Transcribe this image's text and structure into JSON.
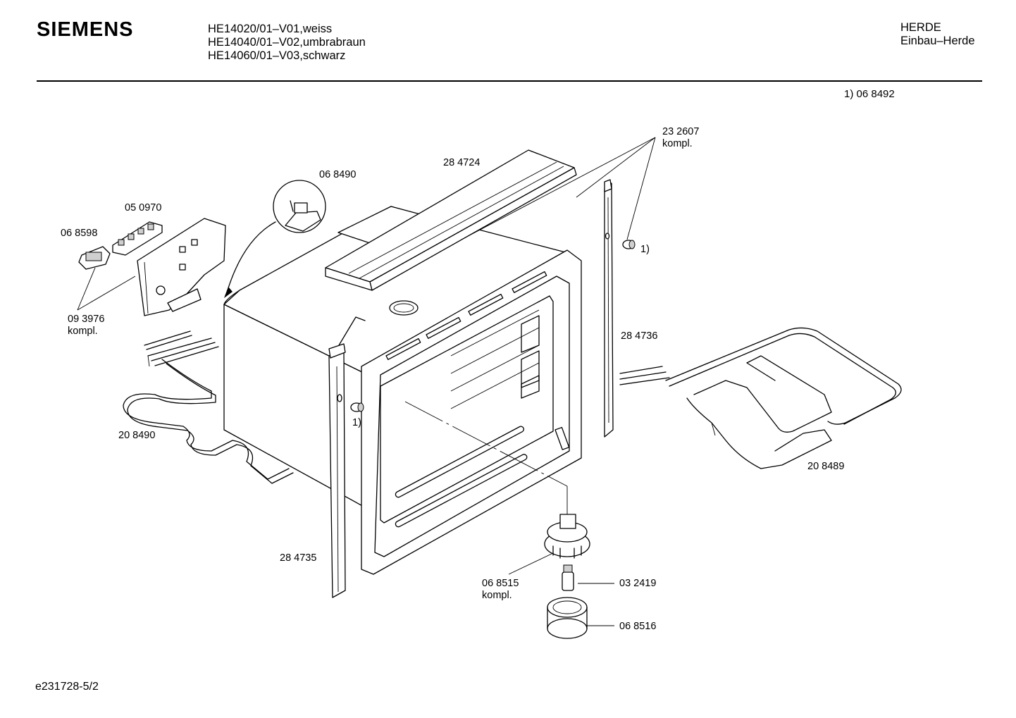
{
  "header": {
    "brand": "SIEMENS",
    "models": [
      "HE14020/01–V01,weiss",
      "HE14040/01–V02,umbrabraun",
      "HE14060/01–V03,schwarz"
    ],
    "category": [
      "HERDE",
      "Einbau–Herde"
    ]
  },
  "note": "1)  06 8492",
  "footer": "e231728-5/2",
  "parts": {
    "p232607": "23 2607",
    "p232607_sub": "kompl.",
    "p284724": "28 4724",
    "p068490": "06 8490",
    "p050970": "05 0970",
    "p068598": "06 8598",
    "p093976": "09 3976",
    "p093976_sub": "kompl.",
    "p284736": "28 4736",
    "p208490": "20 8490",
    "p208489": "20 8489",
    "p284735": "28 4735",
    "p068515": "06 8515",
    "p068515_sub": "kompl.",
    "p032419": "03 2419",
    "p068516": "06 8516",
    "ref_right": "1)",
    "ref_left": "1)"
  }
}
